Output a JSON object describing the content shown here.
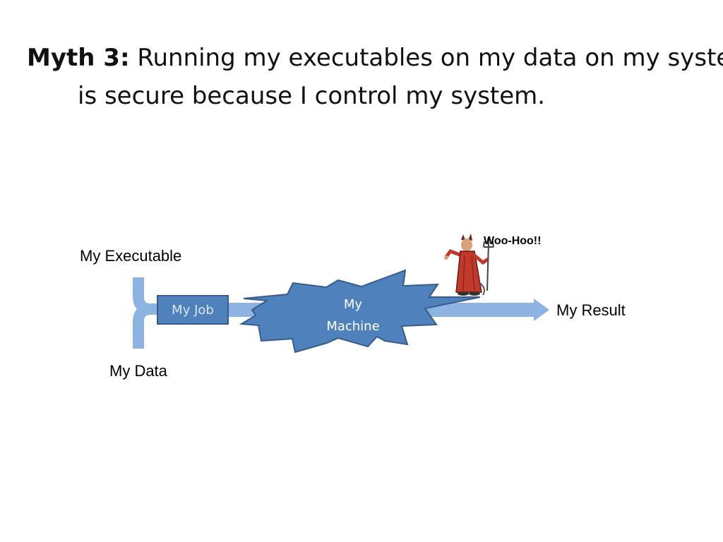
{
  "title": {
    "bold": "Myth 3:",
    "text": "Running my executables on my data on my system is secure because I control my system."
  },
  "diagram": {
    "executable_label": "My Executable",
    "data_label": "My Data",
    "job_label": "My Job",
    "machine_line1": "My",
    "machine_line2": "Machine",
    "result_label": "My Result",
    "callout": "Woo-Hoo!!",
    "colors": {
      "light_blue": "#8db3e2",
      "mid_blue": "#4f81bd",
      "dark_blue": "#385d8a",
      "devil_red": "#c0392b"
    }
  }
}
